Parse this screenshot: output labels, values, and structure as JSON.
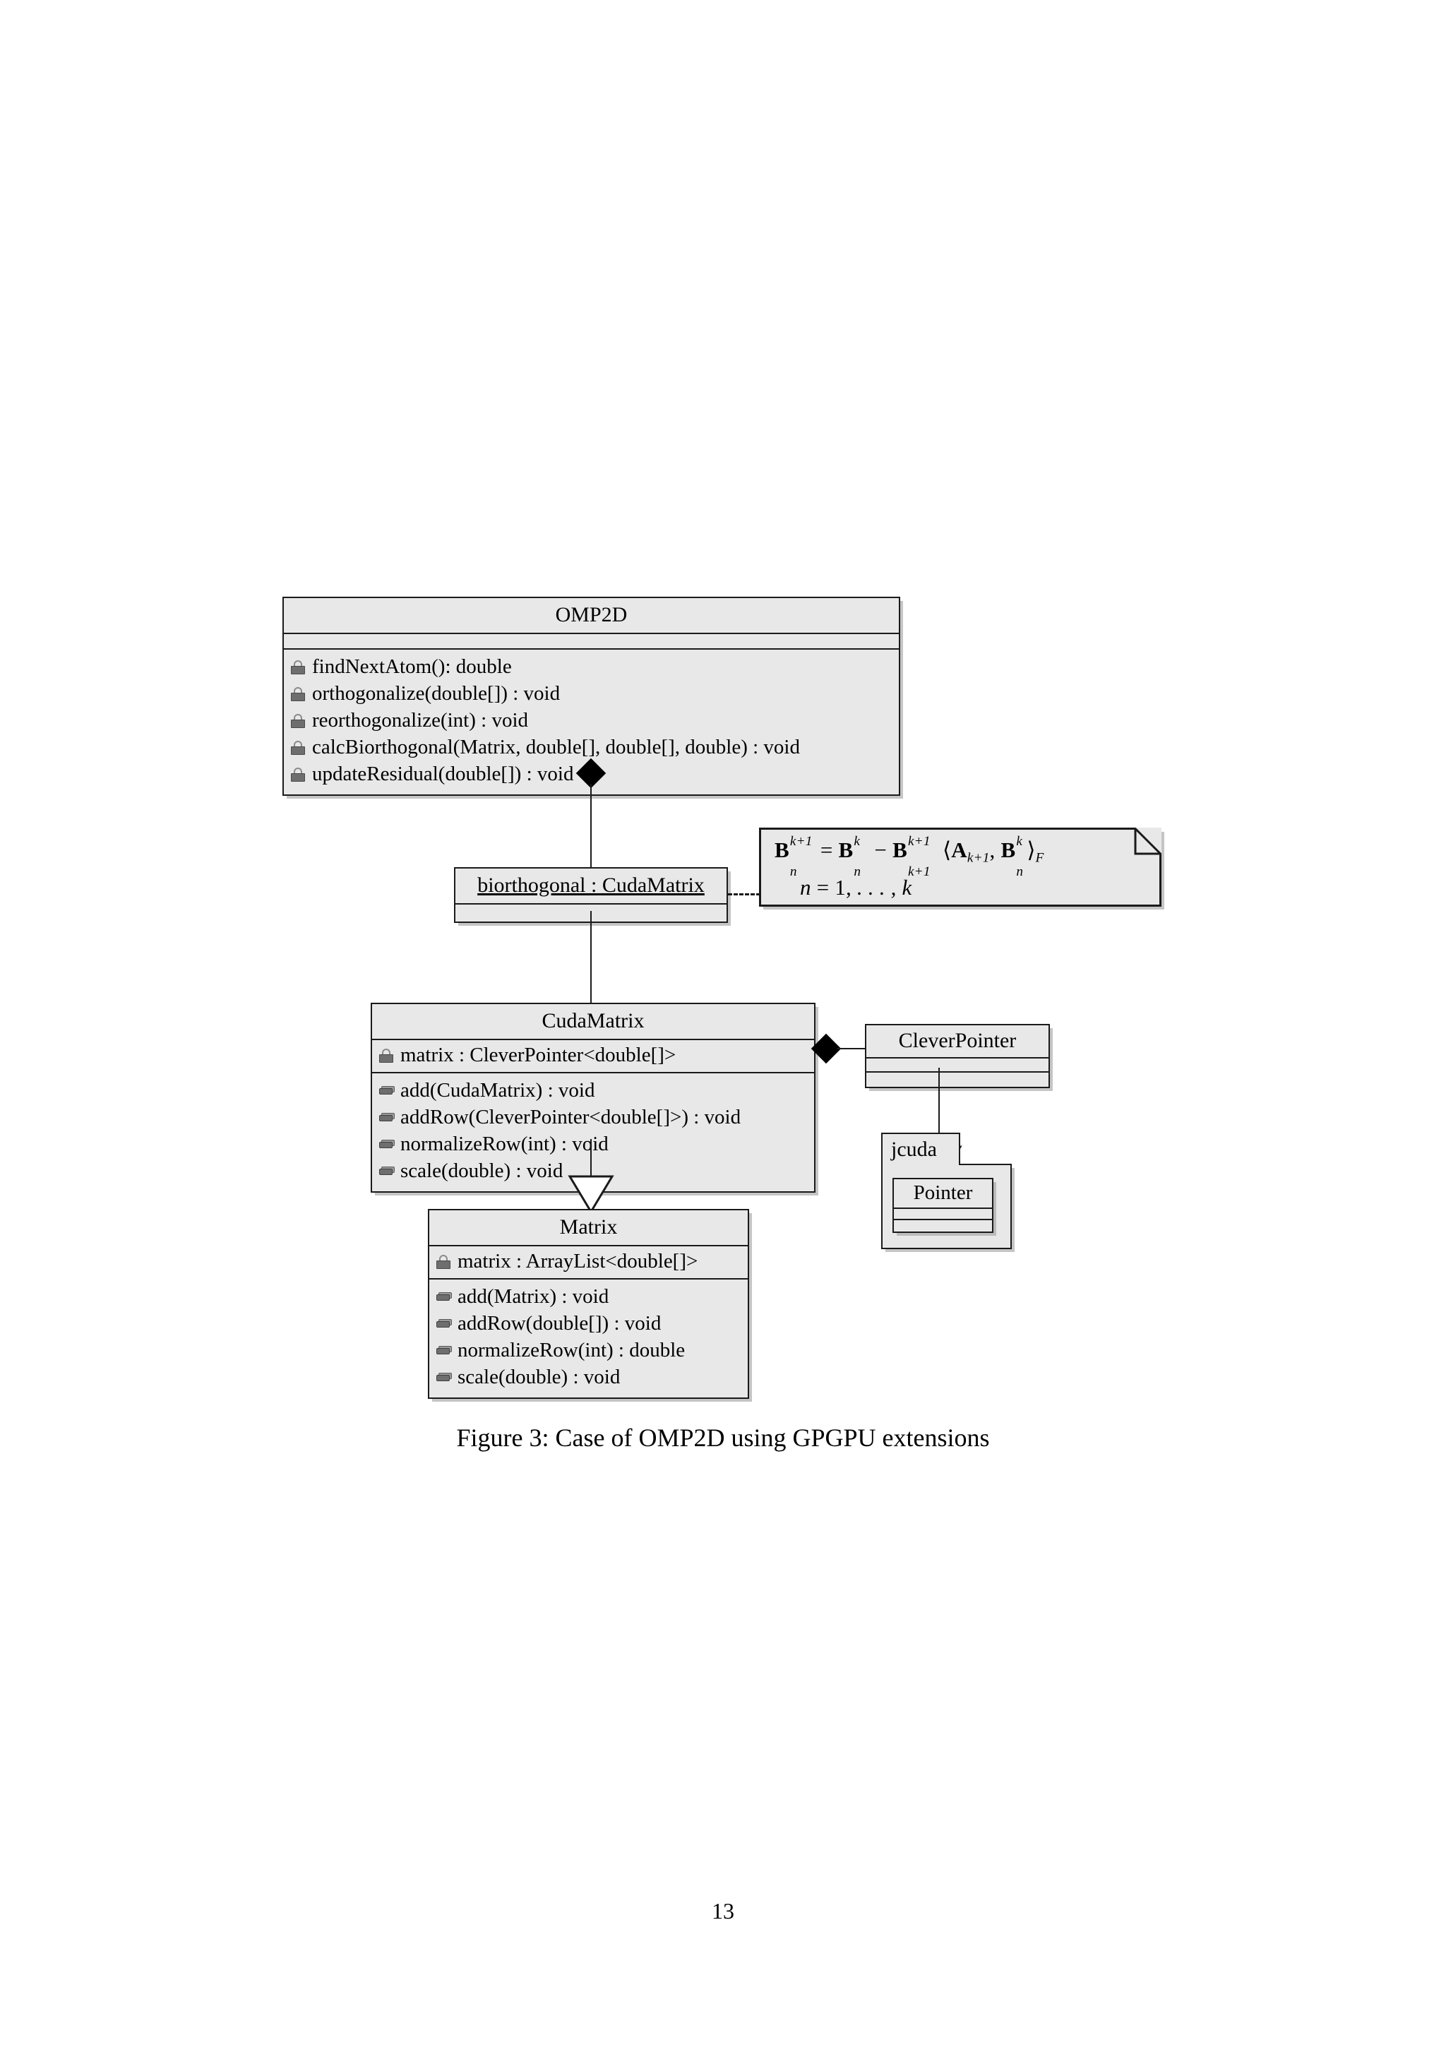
{
  "document": {
    "caption": "Figure 3: Case of OMP2D using GPGPU extensions",
    "page_number": "13"
  },
  "diagram": {
    "type": "uml-class-diagram",
    "colors": {
      "box_fill": "#e8e8e8",
      "box_stroke": "#1a1a1a",
      "page_background": "#ffffff",
      "icon_private": "#6e6e6e",
      "icon_public": "#9a9a9a"
    },
    "classes": {
      "omp2d": {
        "name": "OMP2D",
        "attributes": [],
        "methods": [
          {
            "visibility": "private",
            "signature": "findNextAtom(): double"
          },
          {
            "visibility": "private",
            "signature": "orthogonalize(double[]) : void"
          },
          {
            "visibility": "private",
            "signature": "reorthogonalize(int) : void"
          },
          {
            "visibility": "private",
            "signature": "calcBiorthogonal(Matrix, double[], double[], double) : void"
          },
          {
            "visibility": "private",
            "signature": "updateResidual(double[]) : void"
          }
        ]
      },
      "cudamatrix": {
        "name": "CudaMatrix",
        "attributes": [
          {
            "visibility": "private",
            "signature": "matrix : CleverPointer<double[]>"
          }
        ],
        "methods": [
          {
            "visibility": "public",
            "signature": "add(CudaMatrix) : void"
          },
          {
            "visibility": "public",
            "signature": "addRow(CleverPointer<double[]>) : void"
          },
          {
            "visibility": "public",
            "signature": "normalizeRow(int) : void"
          },
          {
            "visibility": "public",
            "signature": "scale(double) : void"
          }
        ]
      },
      "matrix": {
        "name": "Matrix",
        "attributes": [
          {
            "visibility": "private",
            "signature": "matrix : ArrayList<double[]>"
          }
        ],
        "methods": [
          {
            "visibility": "public",
            "signature": "add(Matrix) : void"
          },
          {
            "visibility": "public",
            "signature": "addRow(double[]) : void"
          },
          {
            "visibility": "public",
            "signature": "normalizeRow(int) : double"
          },
          {
            "visibility": "public",
            "signature": "scale(double) : void"
          }
        ]
      },
      "cleverpointer": {
        "name": "CleverPointer",
        "attributes": [],
        "methods": []
      },
      "pointer": {
        "name": "Pointer",
        "attributes": [],
        "methods": []
      }
    },
    "object_instance": {
      "label": "biorthogonal : CudaMatrix"
    },
    "package": {
      "name": "jcuda"
    },
    "note": {
      "formula_line1": {
        "lhs_symbol": "B",
        "lhs_sup": "k+1",
        "lhs_sub": "n",
        "eq": "=",
        "t1_symbol": "B",
        "t1_sup": "k",
        "t1_sub": "n",
        "minus": "−",
        "t2_symbol": "B",
        "t2_sup": "k+1",
        "t2_sub": "k+1",
        "inner_open": "⟨",
        "inner_a": "A",
        "inner_a_sub": "k+1",
        "comma": ",",
        "inner_b": "B",
        "inner_b_sup": "k",
        "inner_b_sub": "n",
        "inner_close": "⟩",
        "inner_norm": "F",
        "plain": "B_n^{k+1} = B_n^k - B_{k+1}^{k+1} ⟨A_{k+1}, B_n^k⟩_F"
      },
      "formula_line2": {
        "var": "n",
        "eq": "=",
        "value": "1, . . . , k",
        "plain": "n = 1, . . . , k"
      }
    },
    "relations": [
      {
        "from": "OMP2D",
        "to": "biorthogonal : CudaMatrix",
        "type": "composition"
      },
      {
        "from": "biorthogonal : CudaMatrix",
        "to": "CudaMatrix",
        "type": "association"
      },
      {
        "from": "biorthogonal : CudaMatrix",
        "to": "note",
        "type": "note-anchor"
      },
      {
        "from": "CudaMatrix",
        "to": "Matrix",
        "type": "generalization"
      },
      {
        "from": "CudaMatrix",
        "to": "CleverPointer",
        "type": "composition"
      },
      {
        "from": "CleverPointer",
        "to": "Pointer",
        "type": "generalization"
      }
    ]
  }
}
